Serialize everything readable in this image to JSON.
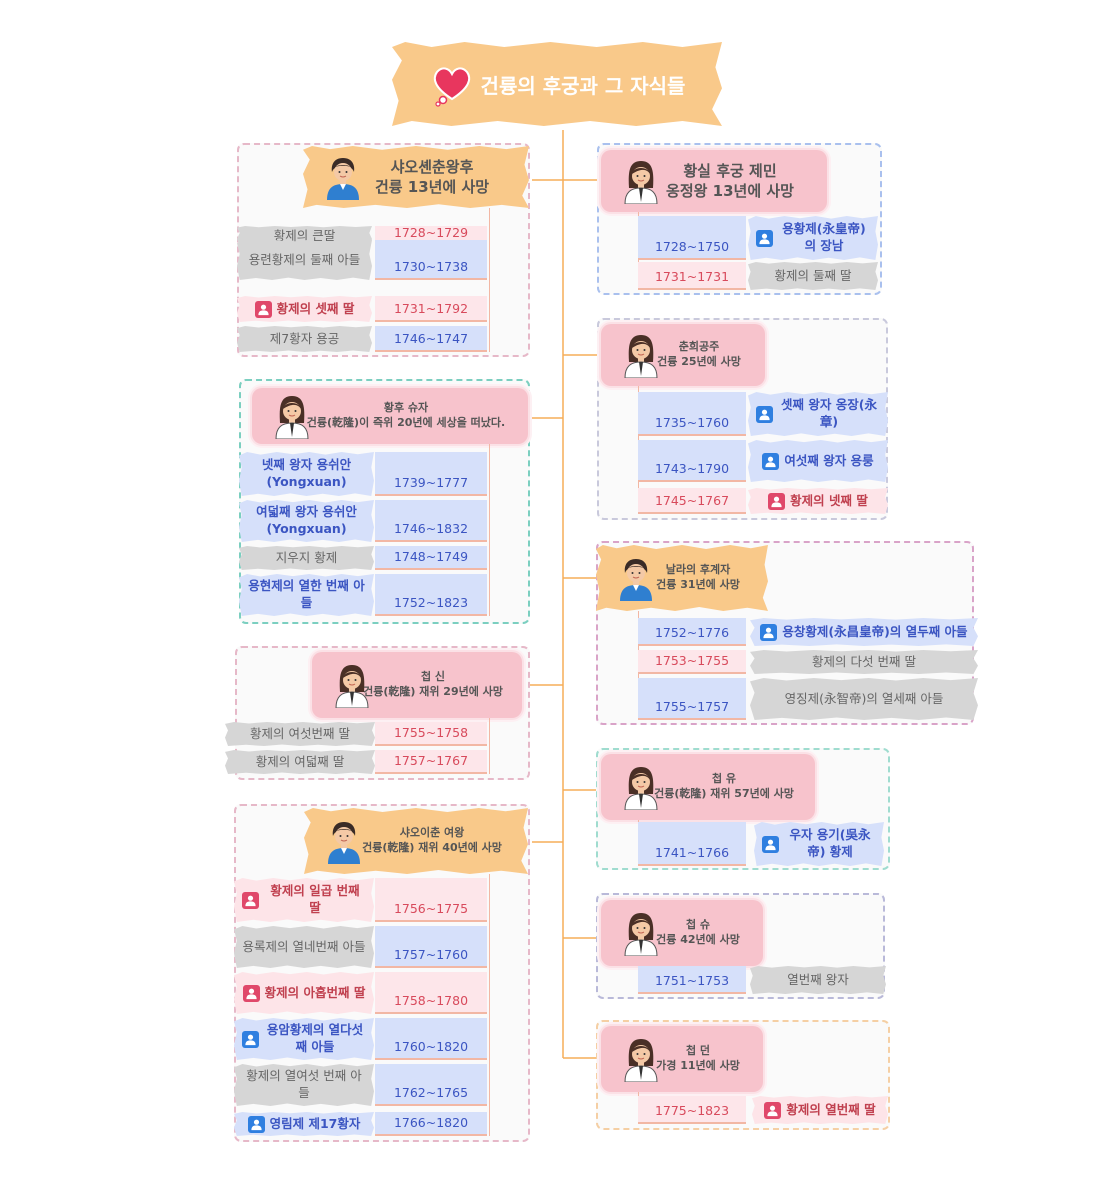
{
  "title": "건륭의 후궁과 그 자식들",
  "colors": {
    "connector": "#f5ad59",
    "title_bg": "#f9c98a",
    "heart": "#e8365e"
  },
  "consorts": [
    {
      "id": "g1",
      "name": "샤오셴춘왕후",
      "note": "건륭 13년에 사망",
      "style": "orange",
      "avatar": "male",
      "border": "#e6b8c8",
      "children": [
        {
          "label": "황제의 큰딸",
          "kind": "grey",
          "years": "1728~1729",
          "ykind": "pink"
        },
        {
          "label": "용련황제의 둘째 아들",
          "kind": "grey",
          "years": "1730~1738",
          "ykind": "blue"
        },
        {
          "label": "황제의 셋째 딸",
          "kind": "pink",
          "icon": "female",
          "years": "1731~1792",
          "ykind": "pink"
        },
        {
          "label": "제7황자 용공",
          "kind": "grey",
          "years": "1746~1747",
          "ykind": "blue"
        }
      ]
    },
    {
      "id": "g2",
      "name": "황후 슈자",
      "note": "건륭(乾隆)이 즉위 20년에 세상을 떠났다.",
      "style": "pink",
      "avatar": "female",
      "border": "#7bcfc0",
      "children": [
        {
          "label": "넷째 왕자 용쉬안(Yongxuan)",
          "kind": "blue",
          "years": "1739~1777",
          "ykind": "blue"
        },
        {
          "label": "여덟째 왕자 용쉬안(Yongxuan)",
          "kind": "blue",
          "years": "1746~1832",
          "ykind": "blue"
        },
        {
          "label": "지우지 황제",
          "kind": "grey",
          "years": "1748~1749",
          "ykind": "blue"
        },
        {
          "label": "용현제의 열한 번째 아들",
          "kind": "blue",
          "years": "1752~1823",
          "ykind": "blue"
        }
      ]
    },
    {
      "id": "g3",
      "name": "첩 신",
      "note": "건륭(乾隆) 재위 29년에 사망",
      "style": "pink",
      "avatar": "female",
      "border": "#e6b8c8",
      "children": [
        {
          "label": "황제의 여섯번째 딸",
          "kind": "grey",
          "years": "1755~1758",
          "ykind": "pink"
        },
        {
          "label": "황제의 여덟째 딸",
          "kind": "grey",
          "years": "1757~1767",
          "ykind": "pink"
        }
      ]
    },
    {
      "id": "g4",
      "name": "샤오이춘 여왕",
      "note": "건륭(乾隆) 재위 40년에 사망",
      "style": "orange",
      "avatar": "male",
      "border": "#e6b8c8",
      "children": [
        {
          "label": "황제의 일곱 번째 딸",
          "kind": "pink",
          "icon": "female",
          "years": "1756~1775",
          "ykind": "pink"
        },
        {
          "label": "용록제의 열네번째 아들",
          "kind": "grey",
          "years": "1757~1760",
          "ykind": "blue"
        },
        {
          "label": "황제의 아홉번째 딸",
          "kind": "pink",
          "icon": "female",
          "years": "1758~1780",
          "ykind": "pink"
        },
        {
          "label": "용암황제의 열다섯째 아들",
          "kind": "blue",
          "icon": "male",
          "years": "1760~1820",
          "ykind": "blue"
        },
        {
          "label": "황제의 열여섯 번째 아들",
          "kind": "grey",
          "years": "1762~1765",
          "ykind": "blue"
        },
        {
          "label": "영림제 제17황자",
          "kind": "blue",
          "icon": "male",
          "years": "1766~1820",
          "ykind": "blue"
        }
      ]
    },
    {
      "id": "g5",
      "name": "황실 후궁 제민",
      "note": "옹정왕 13년에 사망",
      "style": "pink",
      "avatar": "female",
      "border": "#a9c0ee",
      "children": [
        {
          "label": "용황제(永皇帝)의 장남",
          "kind": "blue",
          "icon": "male",
          "years": "1728~1750",
          "ykind": "blue"
        },
        {
          "label": "황제의 둘째 딸",
          "kind": "grey",
          "years": "1731~1731",
          "ykind": "pink"
        }
      ]
    },
    {
      "id": "g6",
      "name": "춘희공주",
      "note": "건륭 25년에 사망",
      "style": "pink",
      "avatar": "female",
      "border": "#c9c9dc",
      "children": [
        {
          "label": "셋째 왕자 옹장(永章)",
          "kind": "blue",
          "icon": "male",
          "years": "1735~1760",
          "ykind": "blue"
        },
        {
          "label": "여섯째 왕자 용룽",
          "kind": "blue",
          "icon": "male",
          "years": "1743~1790",
          "ykind": "blue"
        },
        {
          "label": "황제의 넷째 딸",
          "kind": "pink",
          "icon": "female",
          "years": "1745~1767",
          "ykind": "pink"
        }
      ]
    },
    {
      "id": "g7",
      "name": "날라의 후계자",
      "note": "건륭 31년에 사망",
      "style": "orange",
      "avatar": "male",
      "border": "#d9a3c8",
      "children": [
        {
          "label": "용창황제(永昌皇帝)의 열두째 아들",
          "kind": "blue",
          "icon": "male",
          "years": "1752~1776",
          "ykind": "blue"
        },
        {
          "label": "황제의 다섯 번째 딸",
          "kind": "grey",
          "years": "1753~1755",
          "ykind": "pink"
        },
        {
          "label": "영징제(永智帝)의 열세째 아들",
          "kind": "grey",
          "years": "1755~1757",
          "ykind": "blue"
        }
      ]
    },
    {
      "id": "g8",
      "name": "첩 유",
      "note": "건륭(乾隆) 재위 57년에 사망",
      "style": "pink",
      "avatar": "female",
      "border": "#9fdccf",
      "children": [
        {
          "label": "우자 용기(吳永帝) 황제",
          "kind": "blue",
          "icon": "male",
          "years": "1741~1766",
          "ykind": "blue"
        }
      ]
    },
    {
      "id": "g9",
      "name": "첩 슈",
      "note": "건륭 42년에 사망",
      "style": "pink",
      "avatar": "female",
      "border": "#b9b9d9",
      "children": [
        {
          "label": "열번째 왕자",
          "kind": "grey",
          "years": "1751~1753",
          "ykind": "blue"
        }
      ]
    },
    {
      "id": "g10",
      "name": "첩 던",
      "note": "가경 11년에 사망",
      "style": "pink",
      "avatar": "female",
      "border": "#f5cfa4",
      "children": [
        {
          "label": "황제의 열번째 딸",
          "kind": "pink",
          "icon": "female",
          "years": "1775~1823",
          "ykind": "pink"
        }
      ]
    }
  ]
}
